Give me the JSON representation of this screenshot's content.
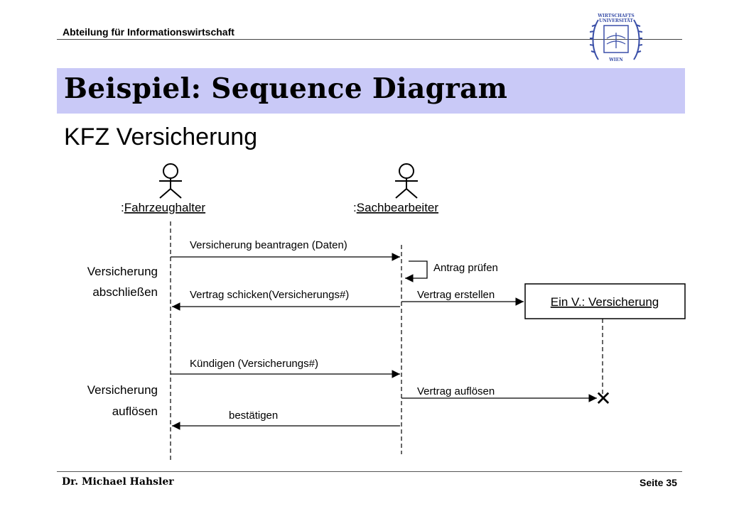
{
  "header": {
    "department": "Abteilung für Informationswirtschaft",
    "logo": {
      "icon": "university-seal-icon",
      "line1": "WIRTSCHAFTS",
      "line2": "UNIVERSITÄT",
      "line3": "WIEN"
    }
  },
  "slide": {
    "title": "Beispiel: Sequence Diagram",
    "subtitle": "KFZ Versicherung"
  },
  "diagram": {
    "actors": [
      {
        "prefix": ":",
        "name": "Fahrzeughalter",
        "icon": "stick-figure-icon"
      },
      {
        "prefix": ":",
        "name": "Sachbearbeiter",
        "icon": "stick-figure-icon"
      }
    ],
    "object": {
      "label": "Ein V.: Versicherung"
    },
    "phases": [
      {
        "line1": "Versicherung",
        "line2": "abschließen"
      },
      {
        "line1": "Versicherung",
        "line2": "auflösen"
      }
    ],
    "messages": [
      {
        "label": "Versicherung beantragen (Daten)"
      },
      {
        "label": "Antrag prüfen"
      },
      {
        "label": "Vertrag schicken(Versicherungs#)"
      },
      {
        "label": "Vertrag erstellen"
      },
      {
        "label": "Kündigen (Versicherungs#)"
      },
      {
        "label": "Vertrag auflösen"
      },
      {
        "label": "bestätigen"
      }
    ],
    "destruction_mark": "✕"
  },
  "footer": {
    "author": "Dr. Michael Hahsler",
    "page": "Seite 35"
  },
  "colors": {
    "title_band": "#c9c9f7",
    "line": "#000000",
    "logo_blue": "#3a4fa8"
  }
}
